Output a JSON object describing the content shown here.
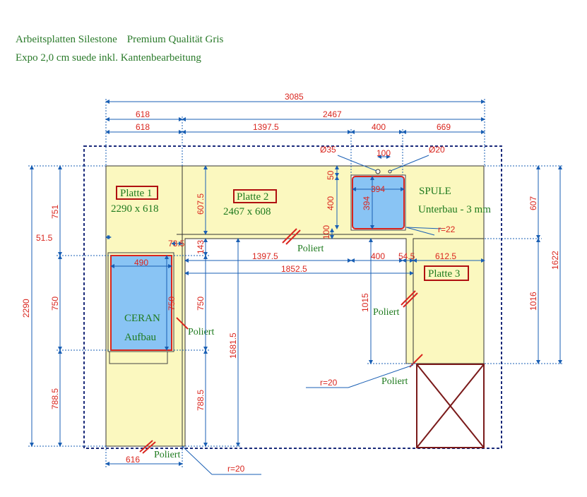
{
  "header": {
    "line1_a": "Arbeitsplatten Silestone",
    "line1_b": "Premium Qualität Gris",
    "line2": "Expo 2,0 cm suede inkl. Kantenbearbeitung"
  },
  "plates": {
    "p1": {
      "name": "Platte 1",
      "size": "2290 x 618"
    },
    "p2": {
      "name": "Platte 2",
      "size": "2467 x 608"
    },
    "p3": {
      "name": "Platte 3"
    }
  },
  "labels": {
    "spule": "SPULE",
    "unterbau": "Unterbau - 3 mm",
    "ceran": "CERAN",
    "aufbau": "Aufbau",
    "poliert": "Poliert",
    "r22": "r=22",
    "r20": "r=20",
    "d35": "Ø35",
    "d20": "Ø20"
  },
  "dims": {
    "top_total": "3085",
    "top_618a": "618",
    "top_2467": "2467",
    "top_618b": "618",
    "top_1397_5": "1397.5",
    "top_400": "400",
    "top_669": "669",
    "tap_100": "100",
    "sink_50": "50",
    "sink_394w": "394",
    "sink_394h": "394",
    "sink_400v": "400",
    "sink_100v": "100",
    "p2_607_5": "607.5",
    "left_751": "751",
    "left_750": "750",
    "left_788_5": "788.5",
    "left_2290": "2290",
    "d51_5": "51.5",
    "d73_5": "73.5",
    "d143": "143",
    "ceran_490": "490",
    "ceran_750": "750",
    "mid_750": "750",
    "mid_788_5": "788.5",
    "mid_1681_5": "1681.5",
    "mid_1397_5": "1397.5",
    "mid_400": "400",
    "mid_54_5": "54.5",
    "mid_612_5": "612.5",
    "mid_1852_5": "1852.5",
    "d1015": "1015",
    "right_607": "607",
    "right_1016": "1016",
    "right_1622": "1622",
    "bottom_616": "616"
  }
}
